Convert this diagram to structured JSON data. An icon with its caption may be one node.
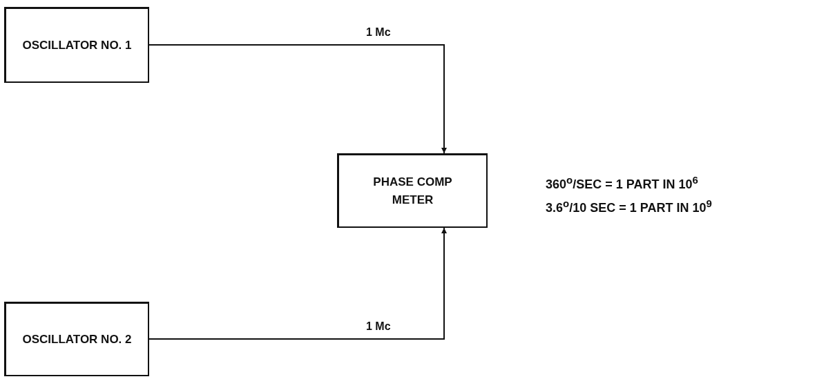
{
  "diagram": {
    "nodes": [
      {
        "text": [
          "OSCILLATOR NO. 1"
        ]
      },
      {
        "text": [
          "OSCILLATOR NO. 2"
        ]
      },
      {
        "text": [
          "PHASE COMP METER"
        ]
      }
    ],
    "edges": [
      {
        "from": 0,
        "to": 2,
        "arrow": "to",
        "label": "1 Mc"
      },
      {
        "from": 1,
        "to": 2,
        "arrow": "to",
        "label": "1 Mc"
      }
    ],
    "labels": [
      "360$^{o}$/SEC = 1 PART IN 10$^{6}$",
      "3.6$^{o}$/10 SEC = 1 PART IN 10$^{9}$"
    ]
  }
}
